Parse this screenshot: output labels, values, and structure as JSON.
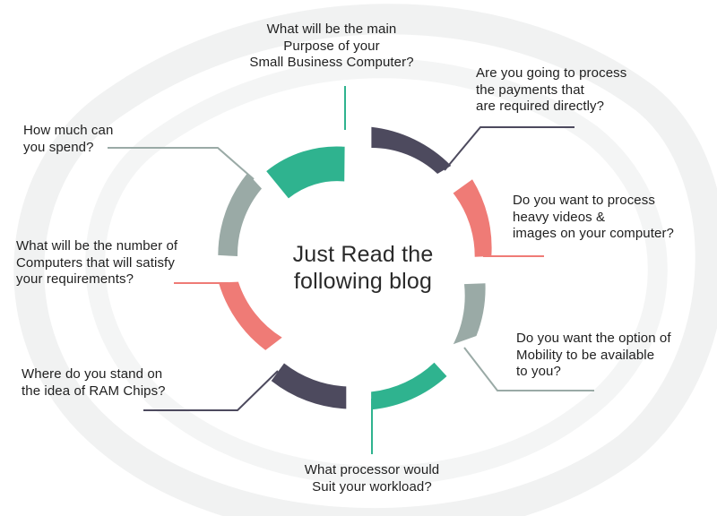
{
  "center": {
    "lines": [
      "Just Read the",
      "following blog"
    ]
  },
  "questions": {
    "purpose": {
      "lines": [
        "What will be the main",
        "Purpose of your",
        "Small Business Computer?"
      ]
    },
    "payments": {
      "lines": [
        "Are you going to process",
        "the payments that",
        "are required directly?"
      ]
    },
    "videos": {
      "lines": [
        "Do you want to process",
        "heavy videos &",
        "images on your computer?"
      ]
    },
    "mobility": {
      "lines": [
        "Do you want the option of",
        "Mobility to be available",
        "to you?"
      ]
    },
    "processor": {
      "lines": [
        "What processor would",
        "Suit your workload?"
      ]
    },
    "ram": {
      "lines": [
        "Where do you stand on",
        "the idea of RAM Chips?"
      ]
    },
    "computers": {
      "lines": [
        "What will be the number of",
        "Computers that will satisfy",
        "your requirements?"
      ]
    },
    "spend": {
      "lines": [
        "How much can",
        "you spend?"
      ]
    }
  },
  "colors": {
    "teal": "#2fb38f",
    "navy": "#4d4a5e",
    "salmon": "#ef7b76",
    "gray": "#9aaaa6",
    "text": "#1f1f1f"
  }
}
